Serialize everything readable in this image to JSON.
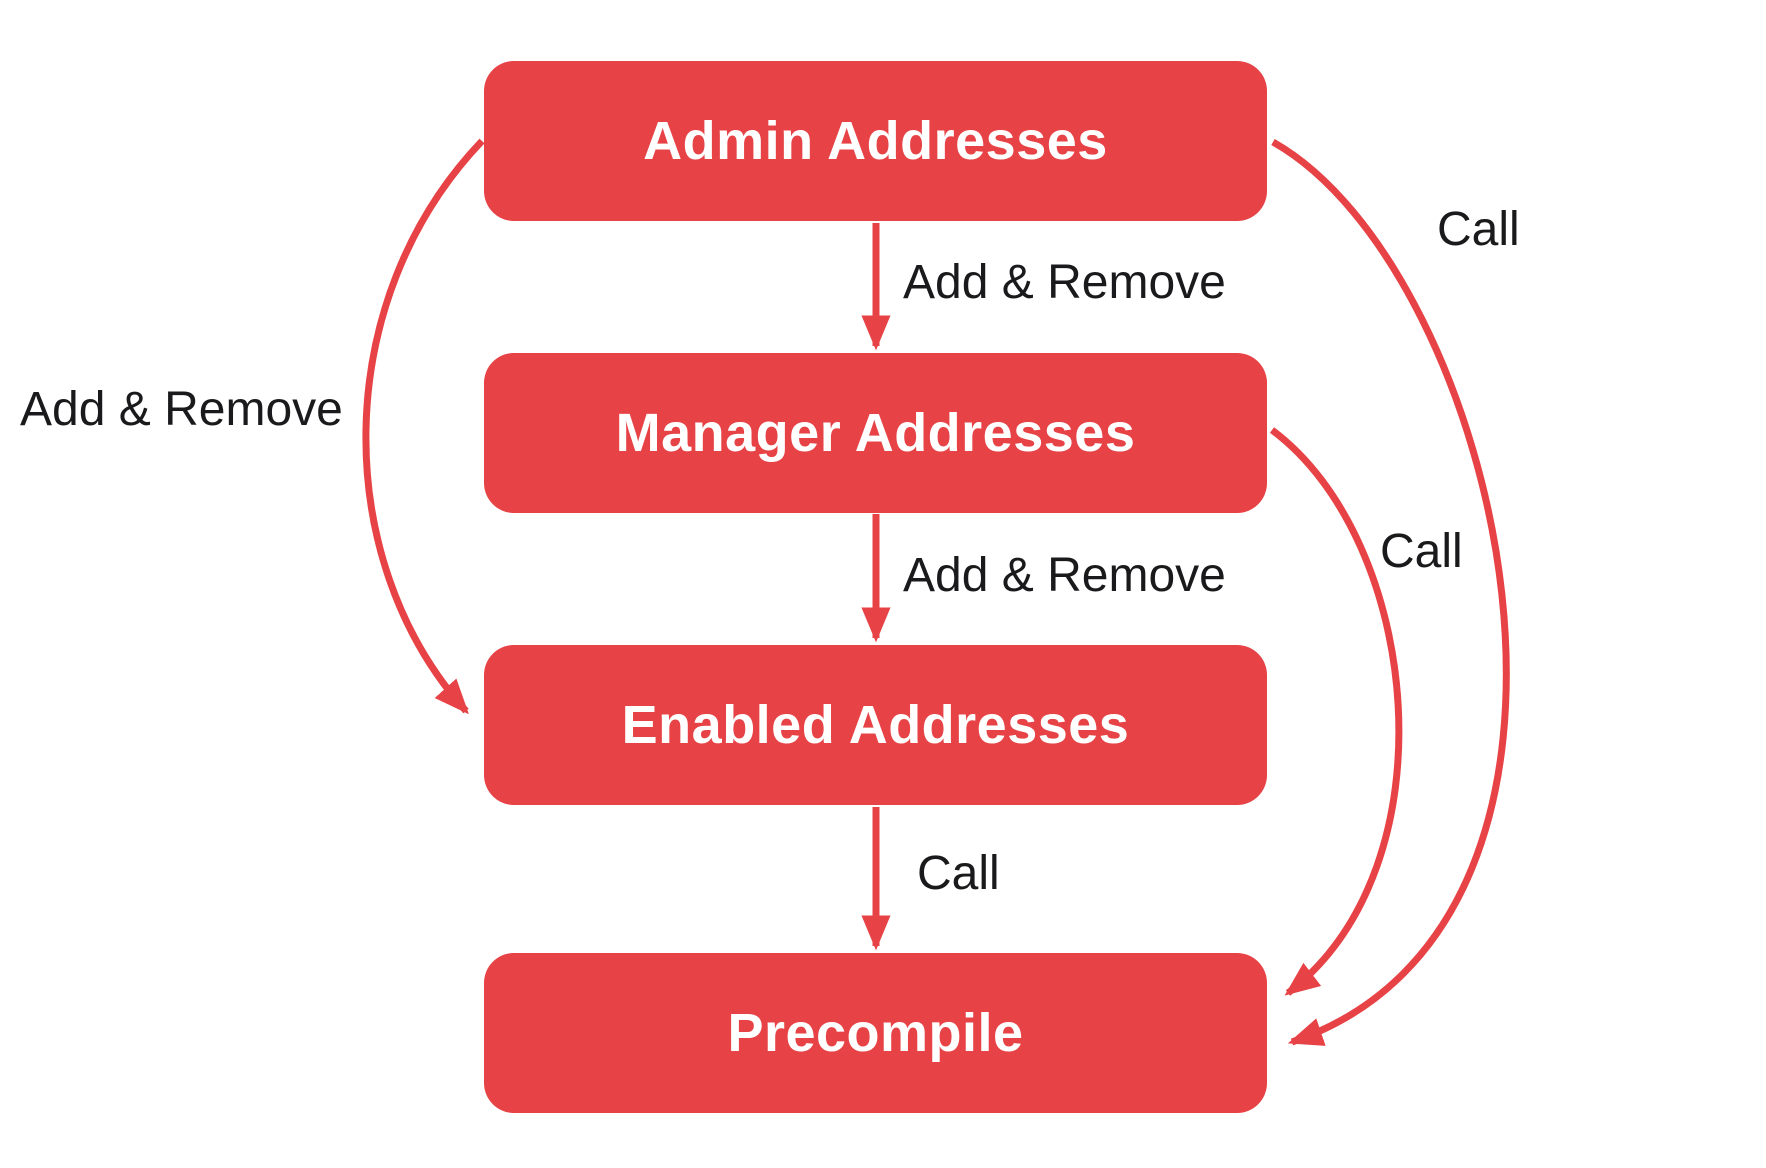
{
  "colors": {
    "node-fill": "#E74346",
    "node-text": "#FFFFFF",
    "edge-stroke": "#E74346",
    "edge-label-text": "#1A1A1C",
    "canvas-bg": "#FFFFFF"
  },
  "nodes": [
    {
      "id": "admin-addresses",
      "label": "Admin Addresses"
    },
    {
      "id": "manager-addresses",
      "label": "Manager Addresses"
    },
    {
      "id": "enabled-addresses",
      "label": "Enabled Addresses"
    },
    {
      "id": "precompile",
      "label": "Precompile"
    }
  ],
  "edges": [
    {
      "from": "Admin Addresses",
      "to": "Manager Addresses",
      "label": "Add & Remove",
      "shape": "straight-down"
    },
    {
      "from": "Manager Addresses",
      "to": "Enabled Addresses",
      "label": "Add & Remove",
      "shape": "straight-down"
    },
    {
      "from": "Enabled Addresses",
      "to": "Precompile",
      "label": "Call",
      "shape": "straight-down"
    },
    {
      "from": "Admin Addresses",
      "to": "Enabled Addresses",
      "label": "Add & Remove",
      "shape": "curved-left"
    },
    {
      "from": "Manager Addresses",
      "to": "Precompile",
      "label": "Call",
      "shape": "curved-right-inner"
    },
    {
      "from": "Admin Addresses",
      "to": "Precompile",
      "label": "Call",
      "shape": "curved-right-outer"
    }
  ]
}
